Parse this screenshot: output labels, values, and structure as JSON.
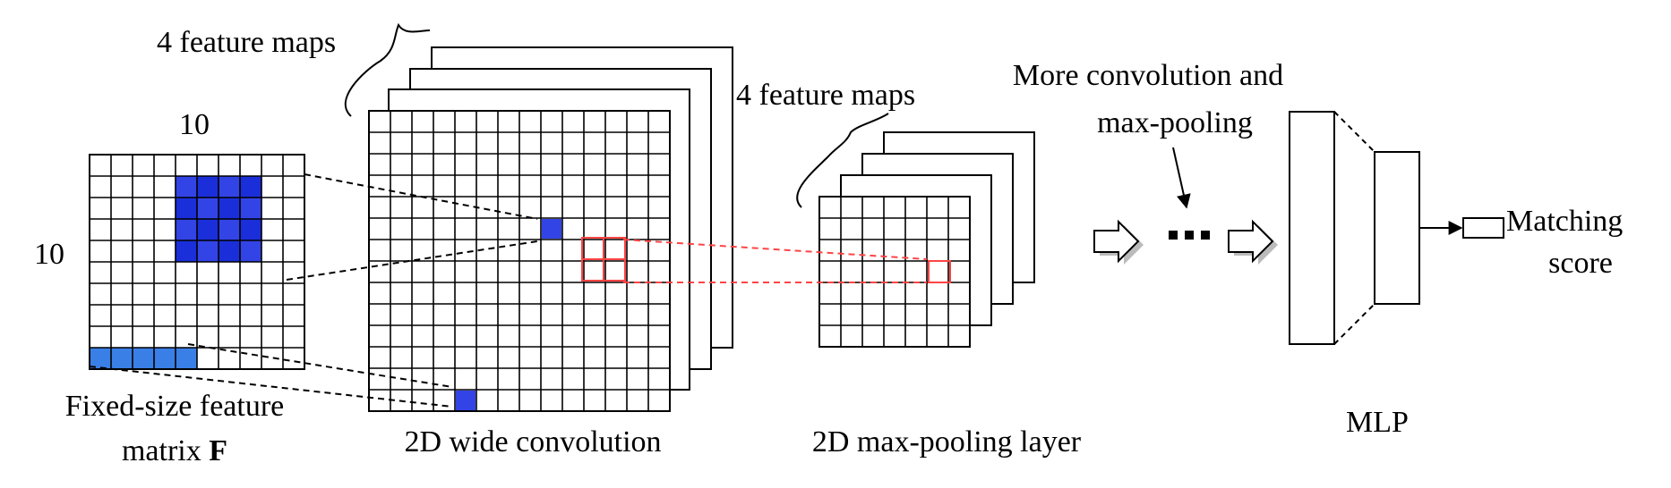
{
  "labels": {
    "conv_maps": "4 feature maps",
    "input_width": "10",
    "input_height": "10",
    "pool_maps": "4 feature maps",
    "more_line1": "More convolution and",
    "more_line2": "max-pooling",
    "dots": "···",
    "output_line1": "Matching",
    "output_line2": "score",
    "mlp": "MLP",
    "input_caption_line1": "Fixed-size feature",
    "input_caption_line2_text": "matrix ",
    "input_caption_line2_bold": "F",
    "conv_caption": "2D wide convolution",
    "pool_caption": "2D max-pooling layer"
  },
  "input_matrix": {
    "rows": 10,
    "cols": 10,
    "highlight_block": {
      "row_start": 1,
      "row_end": 5,
      "col_start": 4,
      "col_end": 8
    },
    "highlight_row": {
      "row": 9,
      "col_start": 0,
      "col_end": 4
    }
  },
  "conv_map": {
    "rows": 14,
    "cols": 14,
    "stack_count": 4,
    "highlight_cells": [
      [
        5,
        8
      ],
      [
        13,
        4
      ]
    ],
    "pool_window": {
      "row_start": 6,
      "col_start": 10,
      "size": 2
    }
  },
  "pool_map": {
    "rows": 7,
    "cols": 7,
    "stack_count": 4,
    "highlight_cell": [
      3,
      5
    ]
  },
  "colors": {
    "grid_line": "#000000",
    "block_fill": "#3344e6",
    "block_fill_dark": "#1a2fd9",
    "row_fill": "#3a7fe6",
    "pool_window": "#ff4444",
    "dashed": "#000000"
  }
}
